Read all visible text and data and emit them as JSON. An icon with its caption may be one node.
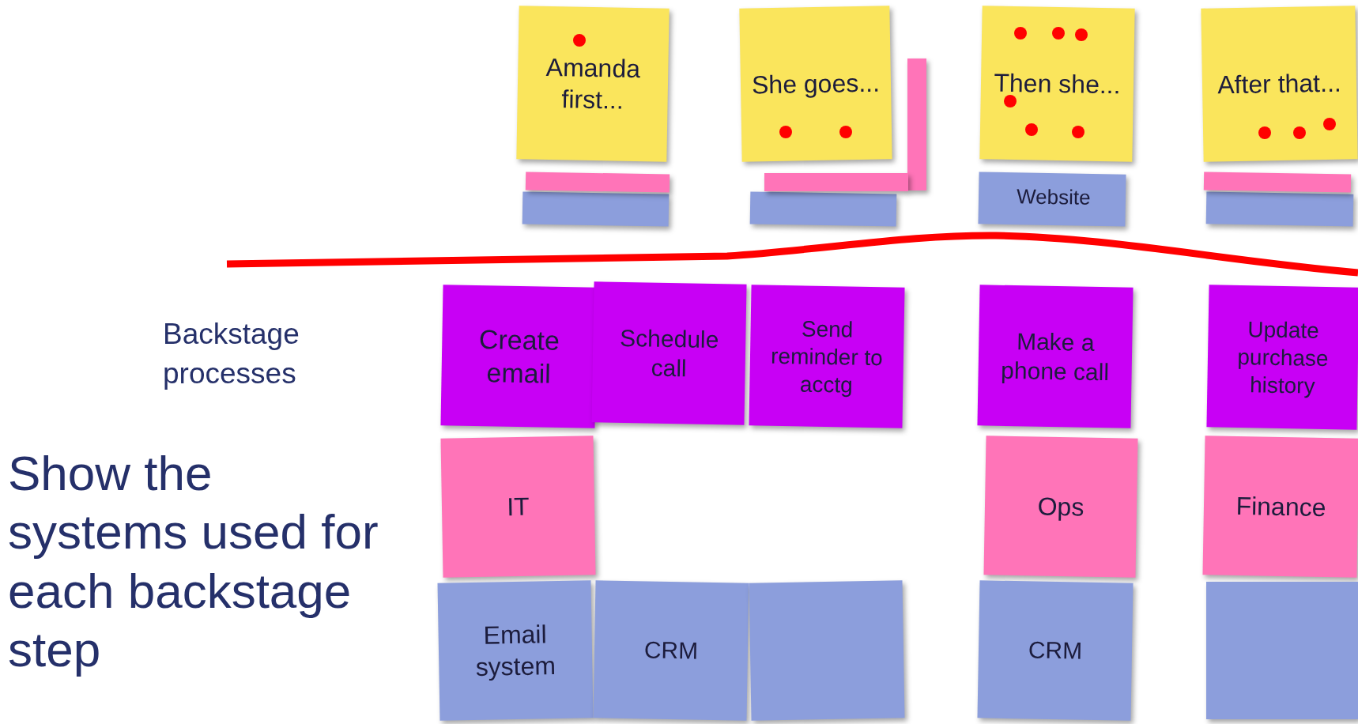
{
  "diagram": {
    "title": "Show the systems used for each backstage step",
    "nodes": [
      {
        "text": [
          "Amanda first..."
        ]
      },
      {
        "text": [
          "She goes..."
        ]
      },
      {
        "text": [
          "Then she..."
        ]
      },
      {
        "text": [
          "After that..."
        ]
      },
      {
        "text": [],
        "shape": "box"
      },
      {
        "text": [],
        "shape": "box"
      },
      {
        "text": [],
        "shape": "box"
      },
      {
        "text": [],
        "shape": "box"
      },
      {
        "text": [],
        "shape": "box"
      },
      {
        "text": [],
        "shape": "box"
      },
      {
        "text": [
          "Website"
        ]
      },
      {
        "text": [],
        "shape": "box"
      },
      {
        "text": [
          "Create email"
        ]
      },
      {
        "text": [
          "Schedule call"
        ]
      },
      {
        "text": [
          "Send reminder to acctg"
        ]
      },
      {
        "text": [
          "Make a phone call"
        ]
      },
      {
        "text": [
          "Update purchase history"
        ]
      },
      {
        "text": [
          "IT"
        ]
      },
      {
        "text": [
          "Ops"
        ]
      },
      {
        "text": [
          "Finance"
        ]
      },
      {
        "text": [
          "Email system"
        ]
      },
      {
        "text": [
          "CRM"
        ]
      },
      {
        "text": [],
        "shape": "box"
      },
      {
        "text": [
          "CRM"
        ]
      },
      {
        "text": [],
        "shape": "box"
      }
    ],
    "edges": [],
    "labels": [
      "Backstage processes"
    ]
  }
}
